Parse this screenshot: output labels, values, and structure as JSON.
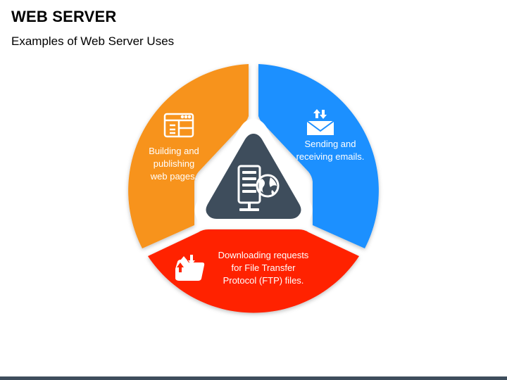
{
  "header": {
    "title": "WEB SERVER",
    "subtitle": "Examples of Web Server Uses"
  },
  "segments": [
    {
      "id": "orange",
      "color": "#f7931e",
      "icon": "web-layout-icon",
      "text": "Building and\npublishing\nweb pages."
    },
    {
      "id": "blue",
      "color": "#1e90ff",
      "icon": "email-envelope-icon",
      "text": "Sending and\nreceiving emails."
    },
    {
      "id": "red",
      "color": "#ff2400",
      "icon": "folder-transfer-icon",
      "text": "Downloading requests\nfor File Transfer\nProtocol (FTP) files."
    }
  ],
  "center": {
    "icon": "server-globe-icon",
    "color": "#3e4d5c"
  },
  "colors": {
    "footer_bar": "#3e4d5c"
  }
}
